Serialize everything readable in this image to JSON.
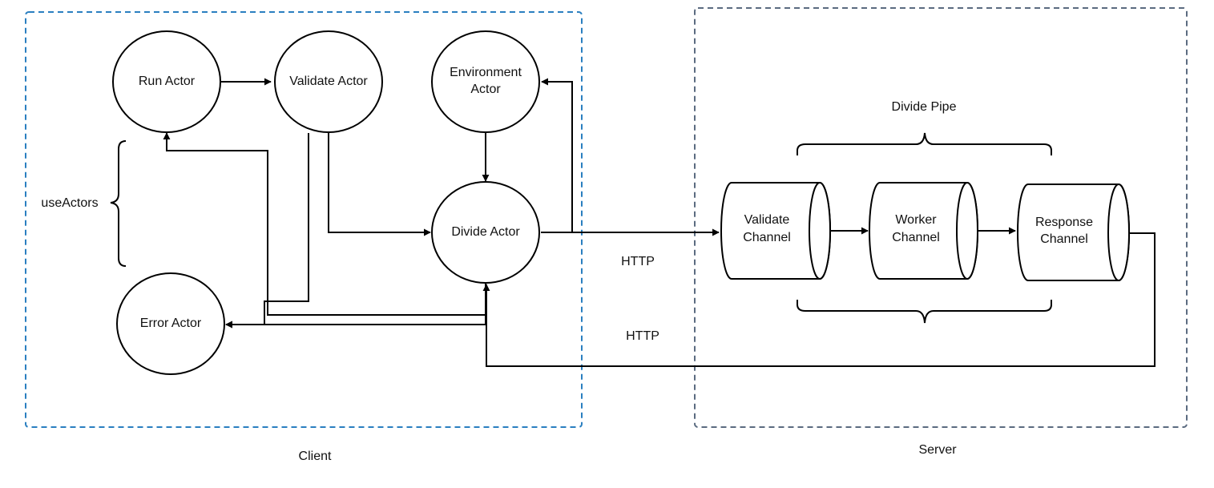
{
  "colors": {
    "client_border": "#2a7fc0",
    "server_border": "#5b6b80",
    "stroke": "#000000"
  },
  "groups": {
    "client": "Client",
    "server": "Server"
  },
  "actors": {
    "run": "Run Actor",
    "validate": "Validate Actor",
    "environment_1": "Environment",
    "environment_2": "Actor",
    "divide": "Divide Actor",
    "error": "Error Actor"
  },
  "brace_label": "useActors",
  "pipe_label": "Divide Pipe",
  "channels": {
    "validate_1": "Validate",
    "validate_2": "Channel",
    "worker_1": "Worker",
    "worker_2": "Channel",
    "response_1": "Response",
    "response_2": "Channel"
  },
  "http_labels": {
    "request": "HTTP",
    "response": "HTTP"
  }
}
